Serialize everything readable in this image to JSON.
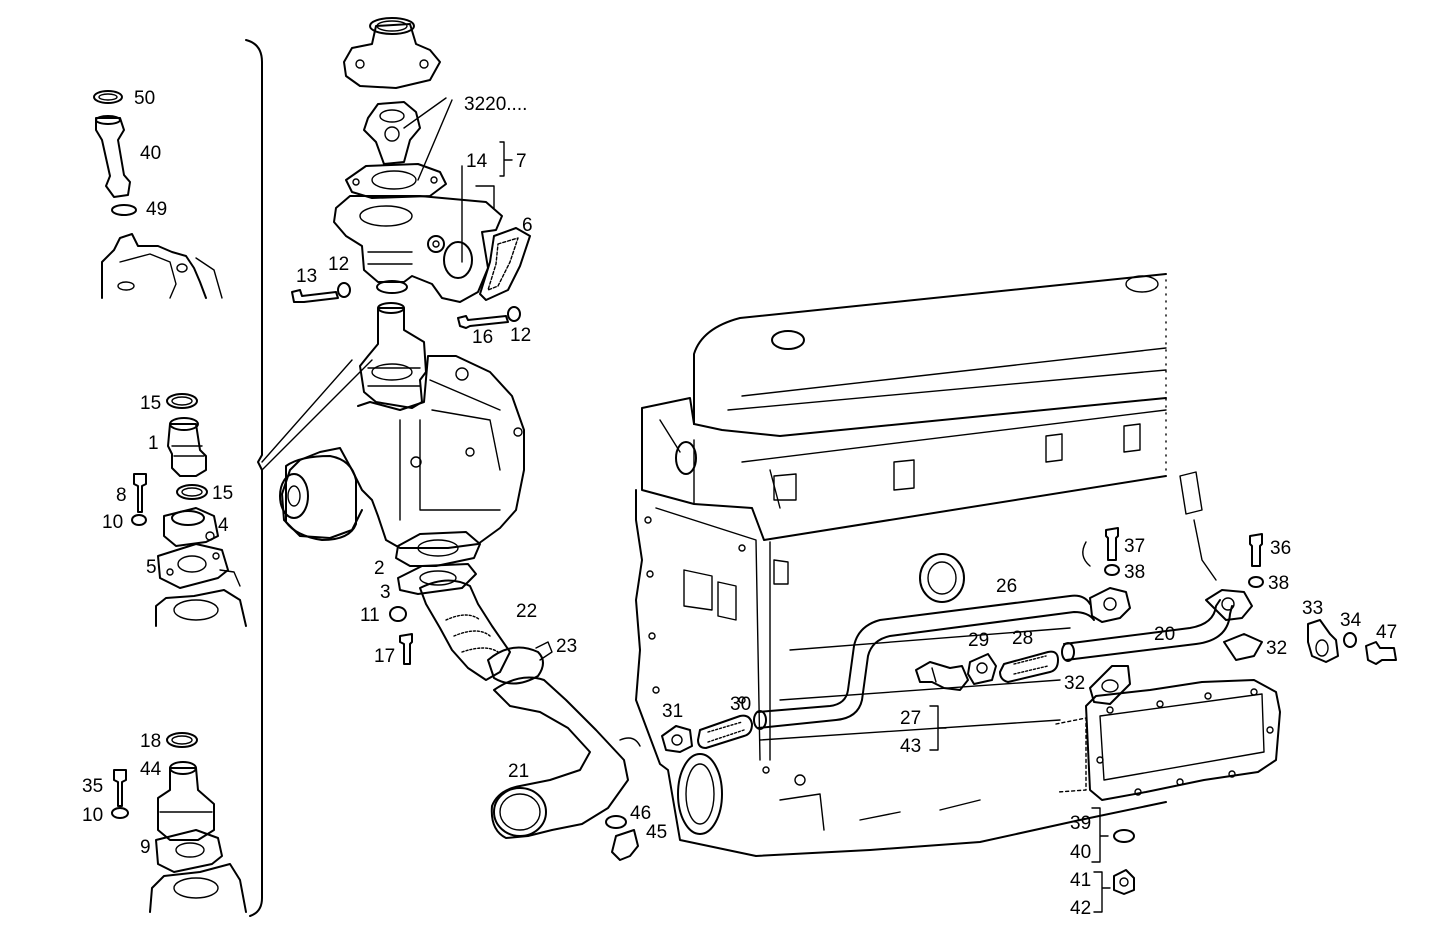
{
  "diagram": {
    "colors": {
      "ink": "#000000",
      "paper": "#ffffff"
    },
    "callouts": {
      "c50": "50",
      "c40a": "40",
      "c49": "49",
      "c3220": "3220....",
      "c14": "14",
      "c7": "7",
      "c6": "6",
      "c13": "13",
      "c12a": "12",
      "c16": "16",
      "c12b": "12",
      "c15a": "15",
      "c1": "1",
      "c8": "8",
      "c15b": "15",
      "c10a": "10",
      "c4": "4",
      "c5": "5",
      "c2": "2",
      "c3": "3",
      "c22": "22",
      "c11": "11",
      "c23": "23",
      "c17": "17",
      "c18": "18",
      "c44": "44",
      "c35": "35",
      "c10b": "10",
      "c9": "9",
      "c21": "21",
      "c46": "46",
      "c45": "45",
      "c31": "31",
      "c30": "30",
      "c26": "26",
      "c29": "29",
      "c28": "28",
      "c20": "20",
      "c27": "27",
      "c43": "43",
      "c37": "37",
      "c38a": "38",
      "c36": "36",
      "c38b": "38",
      "c33": "33",
      "c34": "34",
      "c47": "47",
      "c32a": "32",
      "c32b": "32",
      "c39": "39",
      "c40b": "40",
      "c41": "41",
      "c42": "42"
    }
  }
}
